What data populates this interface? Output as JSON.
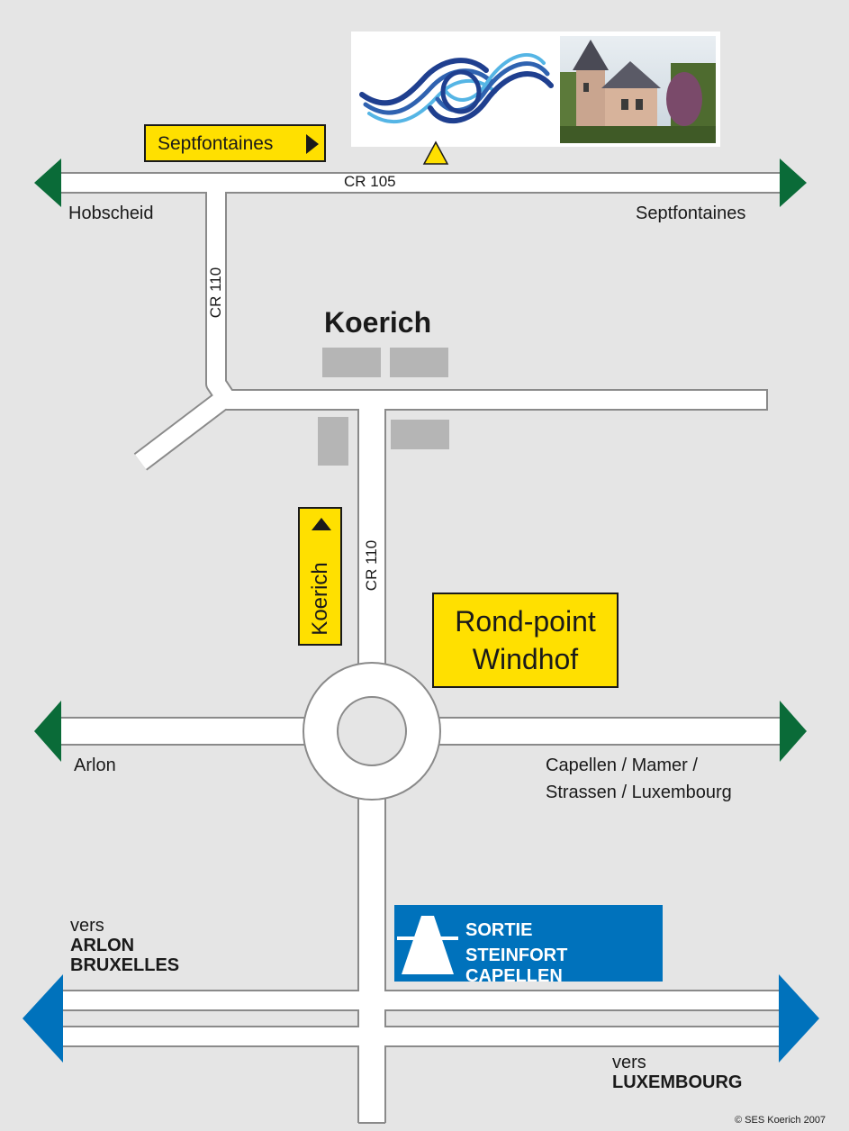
{
  "map": {
    "town": "Koerich",
    "roads": {
      "cr105": "CR 105",
      "cr110_north": "CR 110",
      "cr110_south": "CR 110"
    },
    "destinations": {
      "hobscheid": "Hobscheid",
      "septfontaines": "Septfontaines",
      "arlon": "Arlon",
      "capellen_line1": "Capellen / Mamer /",
      "capellen_line2": "Strassen / Luxembourg"
    },
    "signs": {
      "septfontaines": "Septfontaines",
      "koerich": "Koerich",
      "rondpoint_line1": "Rond-point",
      "rondpoint_line2": "Windhof",
      "exit_line1": "SORTIE",
      "exit_line2": "STEINFORT CAPELLEN"
    },
    "motorway": {
      "west_line1": "vers",
      "west_line2": "ARLON",
      "west_line3": "BRUXELLES",
      "east_line1": "vers",
      "east_line2": "LUXEMBOURG"
    },
    "copyright": "© SES Koerich 2007",
    "colors": {
      "background": "#e5e5e5",
      "road_fill": "#ffffff",
      "road_edge": "#8a8a8a",
      "arrow_green": "#0a6b38",
      "arrow_blue": "#0072bc",
      "sign_yellow": "#ffe000",
      "sign_blue": "#0072bc",
      "building_grey": "#b5b5b5",
      "logo_blue": "#1f3f8f",
      "logo_light_blue": "#55b5e5"
    },
    "icons": {
      "location_marker": "triangle-marker-icon",
      "motorway": "motorway-icon",
      "direction": "arrow-right-icon"
    }
  }
}
